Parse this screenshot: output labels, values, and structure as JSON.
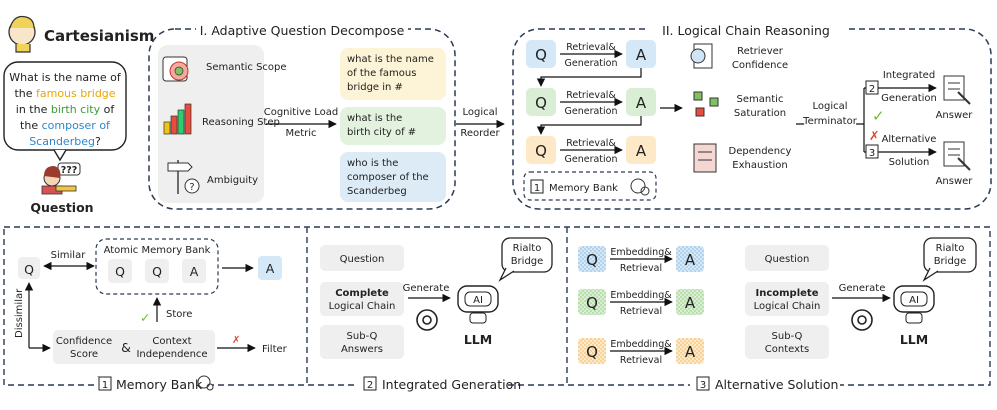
{
  "header": {
    "title": "Cartesianism"
  },
  "question": {
    "text_parts": [
      {
        "t": "What is the name of",
        "c": "#222"
      },
      {
        "t": "the",
        "c": "#222"
      },
      {
        "t": "famous bridge",
        "c": "#e8a700"
      },
      {
        "t": "in the",
        "c": "#222"
      },
      {
        "t": "birth city",
        "c": "#3a9b3a"
      },
      {
        "t": "of",
        "c": "#222"
      },
      {
        "t": "the",
        "c": "#222"
      },
      {
        "t": "composer of",
        "c": "#2f86c9"
      },
      {
        "t": "Scanderbeg",
        "c": "#2f86c9"
      },
      {
        "t": "?",
        "c": "#222"
      }
    ],
    "bubble_mark": "???",
    "caption": "Question"
  },
  "decompose": {
    "title": "I. Adaptive Question Decompose",
    "factors": [
      "Semantic Scope",
      "Reasoning Step",
      "Ambiguity"
    ],
    "metric_label": "Cognitive Load Metric",
    "subq": [
      "what is the name of the famous bridge in #",
      "what is the birth city of #",
      "who is the composer of the Scanderbeg"
    ],
    "subq_colors": [
      "#fdf3d6",
      "#e3f2df",
      "#dcebf6"
    ]
  },
  "reorder_label": "Logical Reorder",
  "chain": {
    "title": "II. Logical Chain Reasoning",
    "q": "Q",
    "a": "A",
    "step_label": "Retrieval& Generation",
    "memory_bank": {
      "num": "1",
      "label": "Memory Bank"
    },
    "criteria": [
      "Retriever Confidence",
      "Semantic Saturation",
      "Dependency Exhaustion"
    ],
    "terminator": "Logical Terminator",
    "outcomes": [
      {
        "num": "2",
        "label": "Integrated Generation",
        "result": "Answer"
      },
      {
        "num": "3",
        "label": "Alternative Solution",
        "result": "Answer"
      }
    ],
    "check": "✓",
    "cross": "✗"
  },
  "memory_panel": {
    "caption_num": "1",
    "caption": "Memory Bank",
    "atomic_title": "Atomic Memory Bank",
    "items": [
      "Q",
      "Q",
      "A"
    ],
    "similar": "Similar",
    "dissimilar": "Dissimilar",
    "store": "Store",
    "confidence": "Confidence Score",
    "amp": "&",
    "context": "Context Independence",
    "filter": "Filter",
    "q": "Q",
    "a": "A"
  },
  "integrated_panel": {
    "caption_num": "2",
    "caption": "Integrated Generation",
    "inputs": [
      {
        "lines": [
          "Question"
        ],
        "bold": ""
      },
      {
        "lines": [
          "Logical Chain"
        ],
        "bold": "Complete"
      },
      {
        "lines": [
          "Sub-Q",
          "Answers"
        ],
        "bold": ""
      }
    ],
    "generate": "Generate",
    "llm": "LLM",
    "ai": "AI",
    "speech": [
      "Rialto",
      "Bridge"
    ]
  },
  "alternative_panel": {
    "caption_num": "3",
    "caption": "Alternative Solution",
    "step_label": "Embedding& Retrieval",
    "q": "Q",
    "a": "A",
    "inputs": [
      {
        "lines": [
          "Question"
        ],
        "bold": ""
      },
      {
        "lines": [
          "Logical Chain"
        ],
        "bold": "Incomplete"
      },
      {
        "lines": [
          "Sub-Q",
          "Contexts"
        ],
        "bold": ""
      }
    ],
    "generate": "Generate",
    "llm": "LLM",
    "ai": "AI",
    "speech": [
      "Rialto",
      "Bridge"
    ]
  },
  "colors": {
    "blue": "#d4e8f7",
    "green": "#d9eed4",
    "orange": "#fde8c8",
    "gray": "#efefef",
    "dash": "#2b3a55",
    "red": "#e0452b",
    "check": "#6cbf2a"
  }
}
